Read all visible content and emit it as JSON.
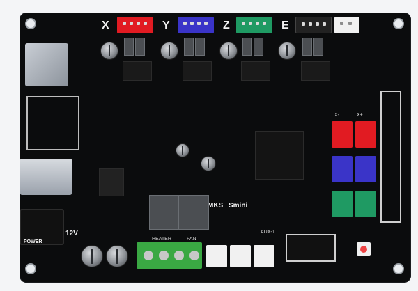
{
  "photo": {
    "subject": "3D printer controller board",
    "colors": {
      "pcb": "#0b0c0d",
      "silkscreen": "#f2f2f2",
      "red_connector": "#e11b22",
      "blue_connector": "#3a34c8",
      "green_connector": "#1f9a63",
      "white_connector": "#f1f1f1",
      "black_connector": "#222222",
      "terminal_green": "#3aa843"
    }
  },
  "labels": {
    "axis_x": "X",
    "axis_y": "Y",
    "axis_z": "Z",
    "axis_e": "E",
    "brand": "MKS",
    "model": "Smini",
    "voltage": "12V",
    "power": "POWER",
    "heater": "HEATER",
    "fan": "FAN",
    "aux": "AUX-1",
    "xminus": "X-",
    "xplus": "X+"
  }
}
